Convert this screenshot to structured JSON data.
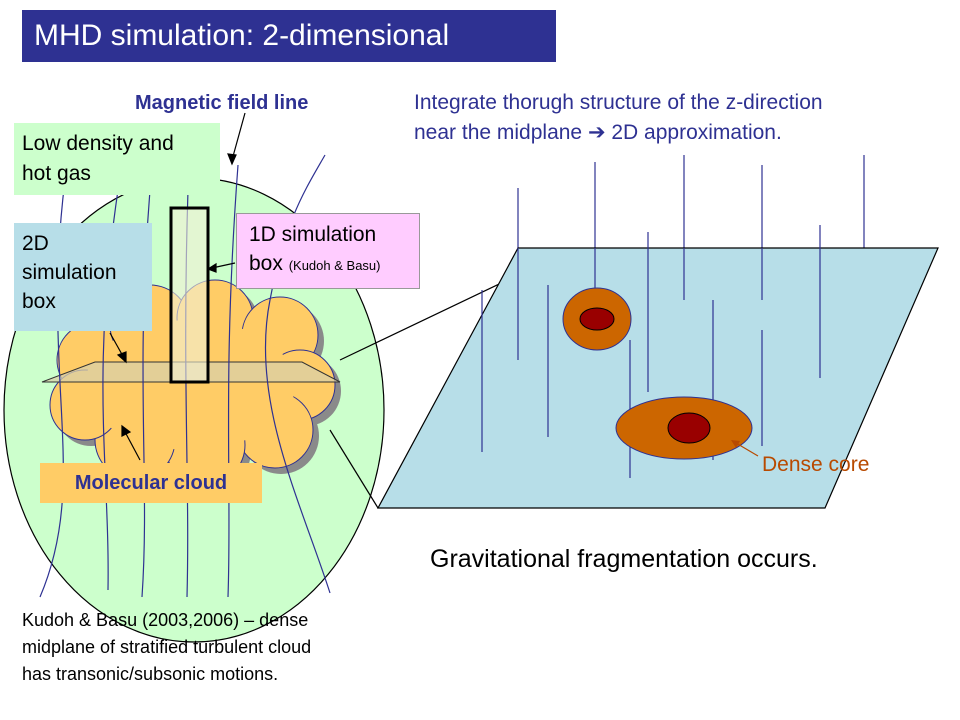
{
  "title": "MHD simulation: 2-dimensional",
  "labels": {
    "magnetic_field_line": "Magnetic field line",
    "integrate_line1": "Integrate thorugh structure of the z-direction",
    "integrate_line2": "near the midplane ➔ 2D approximation.",
    "low_density_line1": "Low density and",
    "low_density_line2": "hot gas",
    "sim2d_line1": "2D",
    "sim2d_line2": "simulation",
    "sim2d_line3": "box",
    "sim1d_line1": "1D simulation",
    "sim1d_line2": "box",
    "sim1d_ref": "(Kudoh & Basu)",
    "molecular_cloud": "Molecular cloud",
    "dense_core": "Dense core",
    "gravitational": "Gravitational fragmentation occurs.",
    "kudoh_line1": "Kudoh & Basu (2003,2006) – dense",
    "kudoh_line2": "midplane of stratified turbulent cloud",
    "kudoh_line3": "has transonic/subsonic motions."
  },
  "colors": {
    "title_bg": "#2E3192",
    "envelope": "#CCFFCC",
    "cloud": "#FFCC66",
    "plane": "#B7DEE8",
    "core_outer": "#CC6600",
    "core_inner": "#990000",
    "field_line": "#2E3192"
  }
}
